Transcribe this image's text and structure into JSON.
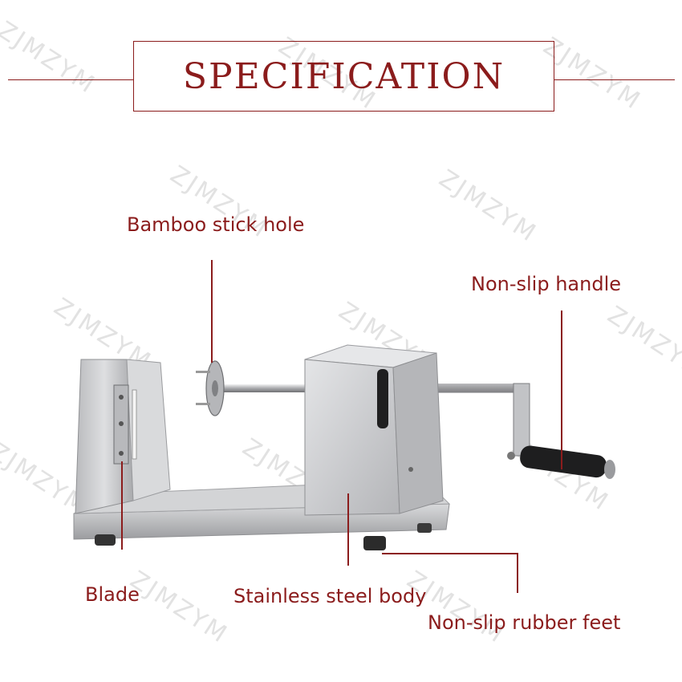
{
  "title": "SPECIFICATION",
  "watermark": "ZJMZYM",
  "labels": {
    "bamboo_stick_hole": "Bamboo stick hole",
    "non_slip_handle": "Non-slip handle",
    "blade": "Blade",
    "stainless_steel_body": "Stainless steel body",
    "non_slip_rubber_feet": "Non-slip rubber feet"
  },
  "colors": {
    "accent": "#8b1c1c",
    "steel": "#c9cacc",
    "watermark": "#e2e2e2"
  }
}
